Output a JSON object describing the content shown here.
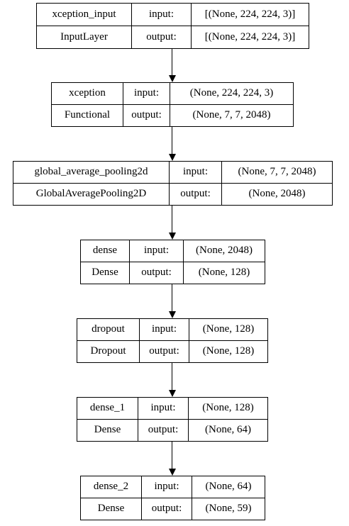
{
  "nodes": [
    {
      "name": "xception_input",
      "class": "InputLayer",
      "input_label": "input:",
      "output_label": "output:",
      "input_value": "[(None, 224, 224, 3)]",
      "output_value": "[(None, 224, 224, 3)]"
    },
    {
      "name": "xception",
      "class": "Functional",
      "input_label": "input:",
      "output_label": "output:",
      "input_value": "(None, 224, 224, 3)",
      "output_value": "(None, 7, 7, 2048)"
    },
    {
      "name": "global_average_pooling2d",
      "class": "GlobalAveragePooling2D",
      "input_label": "input:",
      "output_label": "output:",
      "input_value": "(None, 7, 7, 2048)",
      "output_value": "(None, 2048)"
    },
    {
      "name": "dense",
      "class": "Dense",
      "input_label": "input:",
      "output_label": "output:",
      "input_value": "(None, 2048)",
      "output_value": "(None, 128)"
    },
    {
      "name": "dropout",
      "class": "Dropout",
      "input_label": "input:",
      "output_label": "output:",
      "input_value": "(None, 128)",
      "output_value": "(None, 128)"
    },
    {
      "name": "dense_1",
      "class": "Dense",
      "input_label": "input:",
      "output_label": "output:",
      "input_value": "(None, 128)",
      "output_value": "(None, 64)"
    },
    {
      "name": "dense_2",
      "class": "Dense",
      "input_label": "input:",
      "output_label": "output:",
      "input_value": "(None, 64)",
      "output_value": "(None, 59)"
    }
  ],
  "edges": [
    [
      "xception_input",
      "xception"
    ],
    [
      "xception",
      "global_average_pooling2d"
    ],
    [
      "global_average_pooling2d",
      "dense"
    ],
    [
      "dense",
      "dropout"
    ],
    [
      "dropout",
      "dense_1"
    ],
    [
      "dense_1",
      "dense_2"
    ]
  ]
}
